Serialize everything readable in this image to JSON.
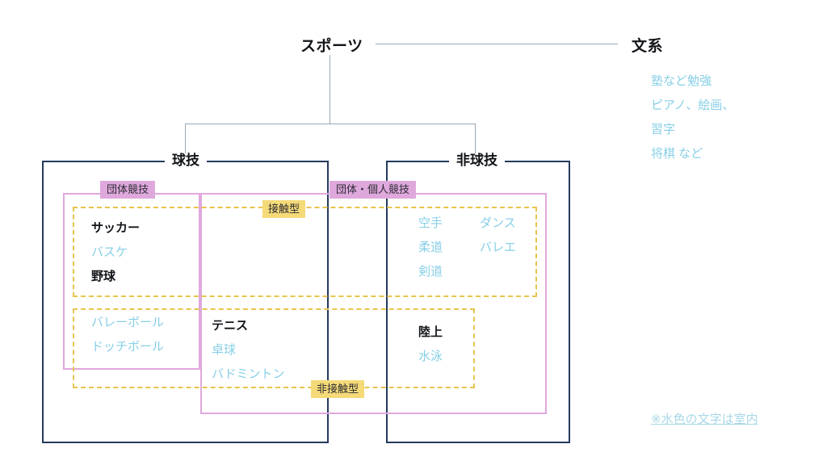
{
  "tree": {
    "root_label": "スポーツ",
    "branch_label": "文系",
    "children": [
      "球技",
      "非球技"
    ]
  },
  "groups": {
    "ball": {
      "title": "球技"
    },
    "nonball": {
      "title": "非球技"
    }
  },
  "badges": {
    "team": "団体競技",
    "team_individual": "団体・個人競技",
    "contact": "接触型",
    "noncontact": "非接触型"
  },
  "items": {
    "ball_team_contact": [
      {
        "label": "サッカー",
        "type": "outdoor"
      },
      {
        "label": "バスケ",
        "type": "indoor"
      },
      {
        "label": "野球",
        "type": "outdoor"
      }
    ],
    "ball_team_noncontact": [
      {
        "label": "バレーボール",
        "type": "indoor"
      },
      {
        "label": "ドッチボール",
        "type": "indoor"
      }
    ],
    "ball_individual_noncontact": [
      {
        "label": "テニス",
        "type": "outdoor"
      },
      {
        "label": "卓球",
        "type": "indoor"
      },
      {
        "label": "バドミントン",
        "type": "indoor"
      }
    ],
    "nonball_contact_col1": [
      {
        "label": "空手",
        "type": "indoor"
      },
      {
        "label": "柔道",
        "type": "indoor"
      },
      {
        "label": "剣道",
        "type": "indoor"
      }
    ],
    "nonball_contact_col2": [
      {
        "label": "ダンス",
        "type": "indoor"
      },
      {
        "label": "バレエ",
        "type": "indoor"
      }
    ],
    "nonball_noncontact": [
      {
        "label": "陸上",
        "type": "outdoor"
      },
      {
        "label": "水泳",
        "type": "indoor"
      }
    ],
    "humanities": [
      {
        "label": "塾など勉強",
        "type": "indoor"
      },
      {
        "label": "ピアノ、絵画、",
        "type": "indoor"
      },
      {
        "label": "習字",
        "type": "indoor"
      },
      {
        "label": "将棋 など",
        "type": "indoor"
      }
    ]
  },
  "footnote": "※水色の文字は室内",
  "colors": {
    "navy": "#243a5e",
    "purple": "#dfa8dd",
    "yellow": "#e8c44f",
    "yellow_badge": "#f5da78",
    "indoor_text": "#87cfe6",
    "outdoor_text": "#111418",
    "connector": "#9aa7b4"
  }
}
